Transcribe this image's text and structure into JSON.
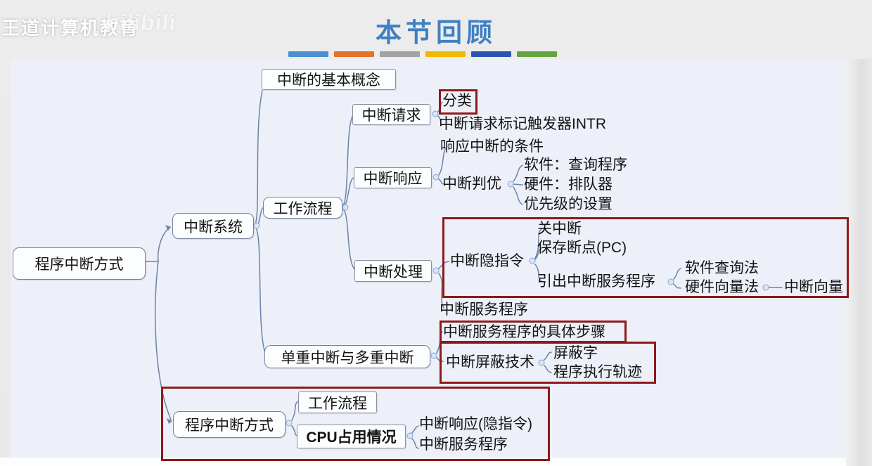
{
  "header": {
    "watermark": "王道计算机教育",
    "logo": "bilibili-watermark",
    "title": "本节回顾",
    "bar_colors": [
      "#4a8fd2",
      "#e2712b",
      "#a2a2a2",
      "#f2b705",
      "#2d54ae",
      "#63a43f"
    ],
    "cursor_icon": "pencil-cursor"
  },
  "colors": {
    "canvas_bg": "#edf0f8",
    "annotation_red": "#8e1a1a",
    "connector_blue": "#6b83a6",
    "title_blue": "#3f80c4"
  },
  "mindmap": {
    "root": "程序中断方式",
    "interrupt_system": "中断系统",
    "basic_concept": "中断的基本概念",
    "workflow": "工作流程",
    "interrupt_request": "中断请求",
    "classification": "分类",
    "intr_trigger": "中断请求标记触发器INTR",
    "interrupt_response": "中断响应",
    "response_condition": "响应中断的条件",
    "arbitration": "中断判优",
    "software_query_program": "软件：查询程序",
    "hardware_queue": "硬件：排队器",
    "priority_setting": "优先级的设置",
    "interrupt_processing": "中断处理",
    "implicit_instruction": "中断隐指令",
    "disable_interrupt": "关中断",
    "save_breakpoint": "保存断点(PC)",
    "lead_to_isr": "引出中断服务程序",
    "software_query_method": "软件查询法",
    "hardware_vector_method": "硬件向量法",
    "interrupt_vector": "中断向量",
    "isr": "中断服务程序",
    "single_multiple": "单重中断与多重中断",
    "isr_steps": "中断服务程序的具体步骤",
    "masking_technology": "中断屏蔽技术",
    "mask_word": "屏蔽字",
    "execution_trace": "程序执行轨迹",
    "program_interrupt_mode": "程序中断方式",
    "workflow_bottom": "工作流程",
    "cpu_usage": "CPU占用情况",
    "response_implicit": "中断响应(隐指令)",
    "isr_bottom": "中断服务程序"
  }
}
